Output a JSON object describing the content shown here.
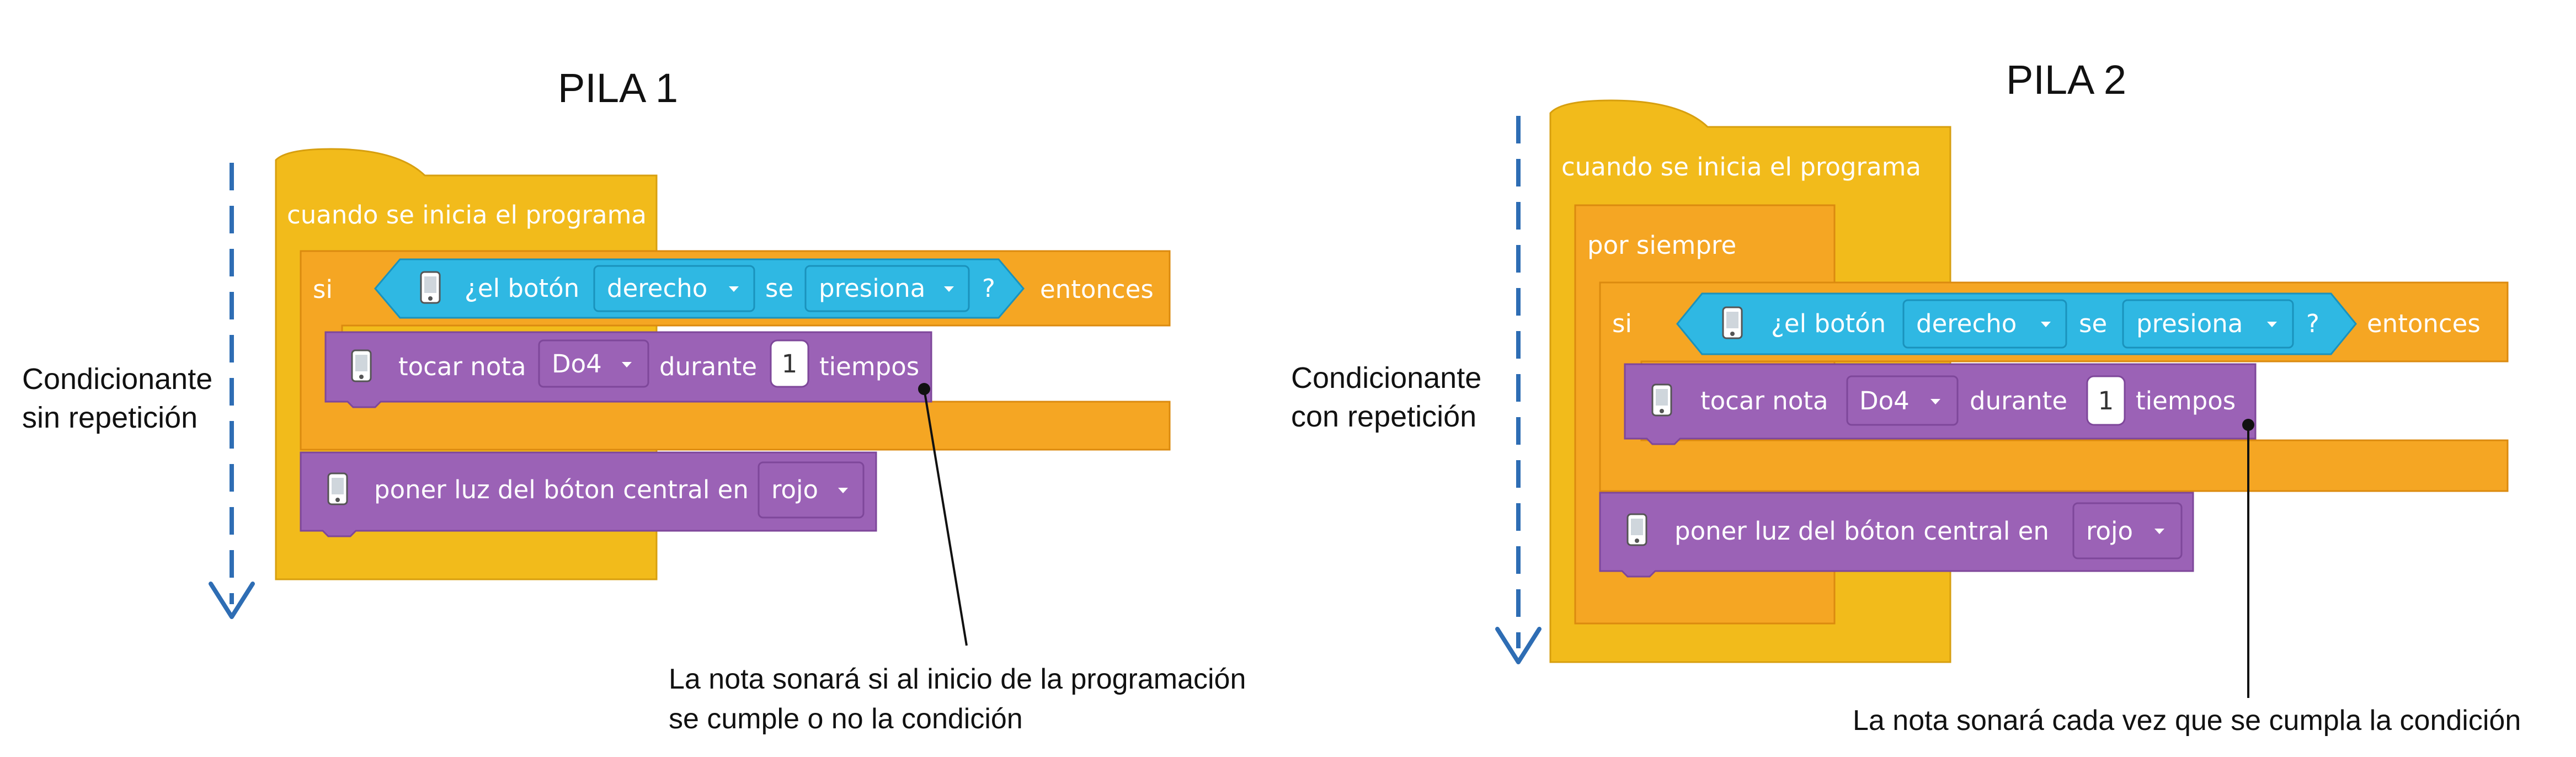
{
  "colors": {
    "event": "#F2BB1B",
    "event_stroke": "#D79F0F",
    "control": "#F5A623",
    "control_stroke": "#DB8A0F",
    "sensing": "#2FB8E3",
    "sensing_stroke": "#1A92BC",
    "sound": "#9B62B6",
    "sound_stroke": "#7E479A",
    "arrow": "#2E6DB4"
  },
  "stack1": {
    "title": "PILA 1",
    "side_label_line1": "Condicionante",
    "side_label_line2": "sin repetición",
    "hat": "cuando se inicia el programa",
    "if_label": "si",
    "sensor_text": "¿el botón",
    "sensor_dropdown": "derecho",
    "sensor_se": "se",
    "sensor_state": "presiona",
    "sensor_q": "?",
    "then_label": "entonces",
    "note_label": "tocar nota",
    "note_value": "Do4",
    "note_during": "durante",
    "note_beats": "1",
    "note_times": "tiempos",
    "light_label": "poner luz del bóton central en",
    "light_color": "rojo",
    "annotation_line1": "La nota sonará si al inicio de la programación",
    "annotation_line2": "se cumple o no la condición"
  },
  "stack2": {
    "title": "PILA 2",
    "side_label_line1": "Condicionante",
    "side_label_line2": "con repetición",
    "hat": "cuando se inicia el programa",
    "forever_label": "por siempre",
    "if_label": "si",
    "sensor_text": "¿el botón",
    "sensor_dropdown": "derecho",
    "sensor_se": "se",
    "sensor_state": "presiona",
    "sensor_q": "?",
    "then_label": "entonces",
    "note_label": "tocar nota",
    "note_value": "Do4",
    "note_during": "durante",
    "note_beats": "1",
    "note_times": "tiempos",
    "light_label": "poner luz del bóton central en",
    "light_color": "rojo",
    "annotation_line1": "La nota sonará cada vez que se cumpla la condición"
  }
}
